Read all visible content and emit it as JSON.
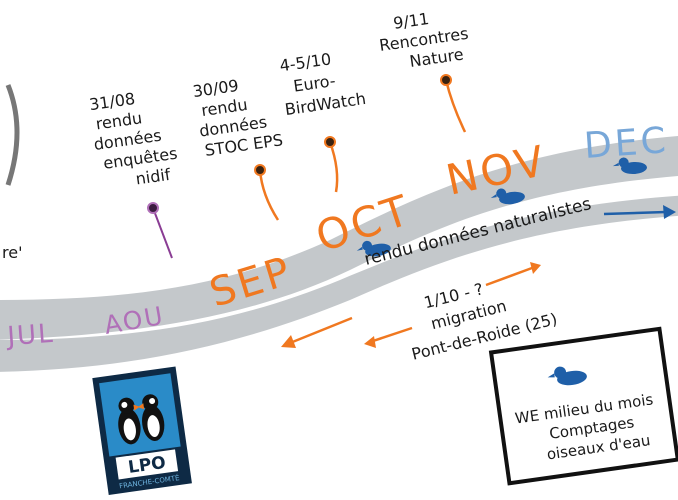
{
  "months": {
    "jul": "JUL",
    "aou": "AOU",
    "sep": "SEP",
    "oct": "OCT",
    "nov": "NOV",
    "dec": "DEC"
  },
  "events": {
    "e1": [
      "31/08",
      "rendu",
      "données",
      "enquêtes",
      "nidif"
    ],
    "e2": [
      "30/09",
      "rendu",
      "données",
      "STOC EPS"
    ],
    "e3": [
      "4-5/10",
      "Euro-",
      "BirdWatch"
    ],
    "e4": [
      "9/11",
      "Rencontres",
      "Nature"
    ]
  },
  "left_fragment": "re'",
  "naturalistes_label": "rendu données naturalistes",
  "migration": [
    "1/10 - ?",
    "migration",
    "Pont-de-Roide (25)"
  ],
  "box": [
    "WE milieu du mois",
    "Comptages",
    "oiseaux d'eau"
  ],
  "logo": {
    "title": "LPO",
    "subtitle": "FRANCHE-COMTÉ"
  },
  "colors": {
    "band": "#c4c8cb",
    "purple": "#b070b8",
    "orange": "#f07820",
    "blue": "#1f5fa8",
    "light_blue": "#78a7d8",
    "pin_stem_purple": "#8a3d94",
    "text": "#1a1a1a"
  }
}
